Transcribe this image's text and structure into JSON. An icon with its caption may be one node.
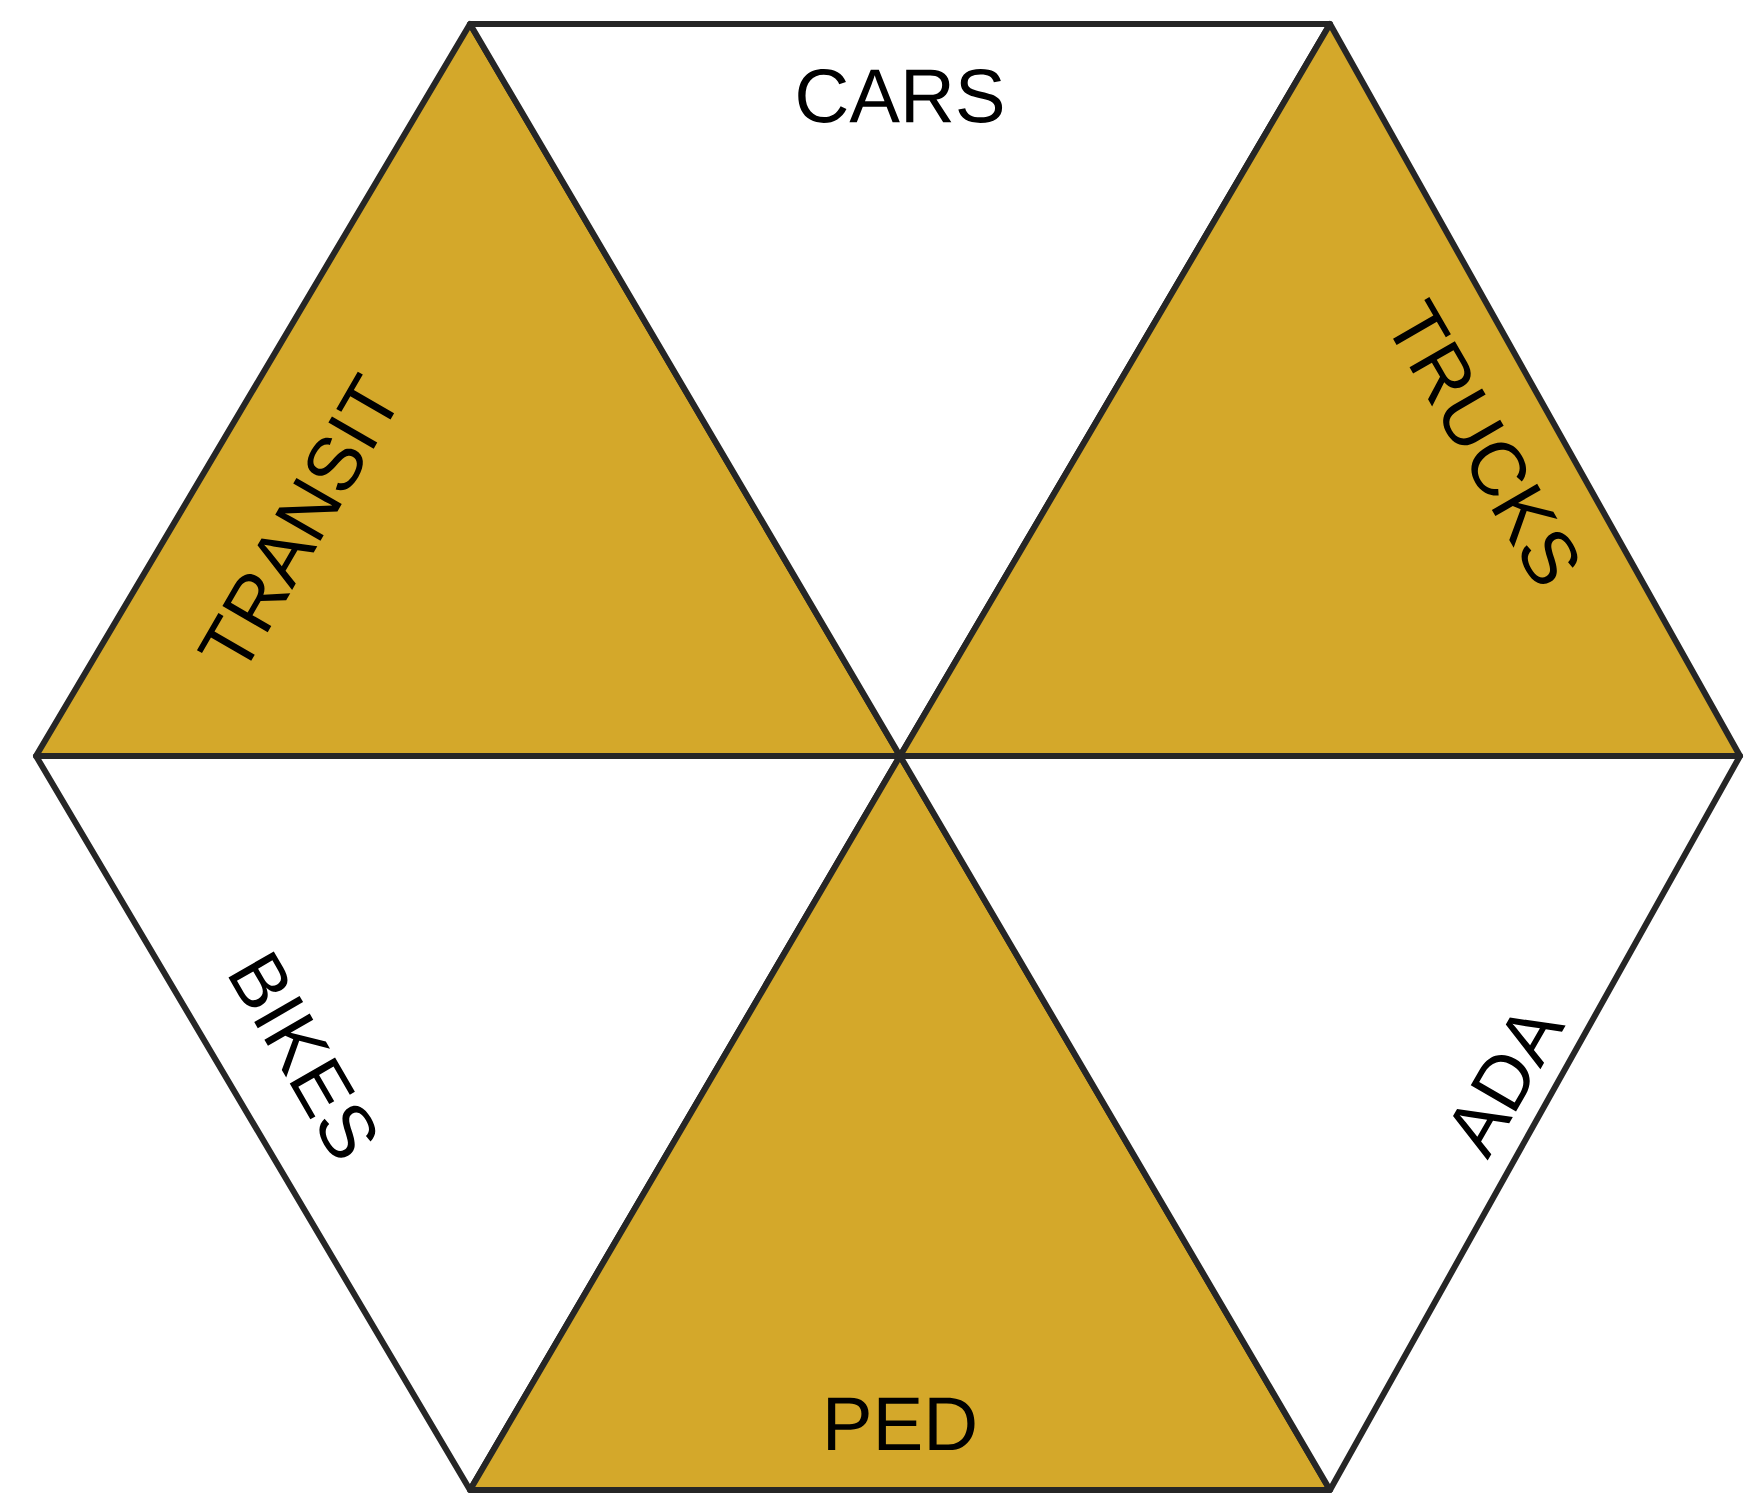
{
  "diagram": {
    "nodes": [
      {
        "text": [
          "TRANSIT"
        ]
      },
      {
        "text": [
          "CARS"
        ]
      },
      {
        "text": [
          "TRUCKS"
        ]
      },
      {
        "text": [
          "BIKES"
        ]
      },
      {
        "text": [
          "PED"
        ]
      },
      {
        "text": [
          "ADA"
        ]
      }
    ]
  }
}
